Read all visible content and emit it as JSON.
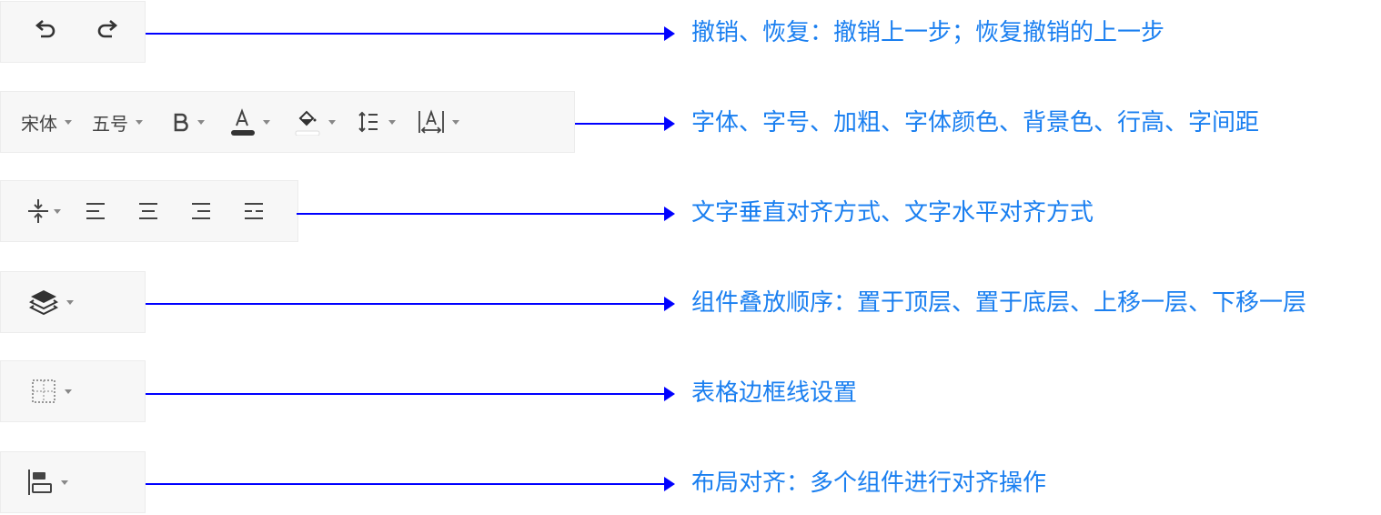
{
  "toolbar": {
    "font_family": "宋体",
    "font_size": "五号"
  },
  "annotations": [
    "撤销、恢复：撤销上一步；恢复撤销的上一步",
    "字体、字号、加粗、字体颜色、背景色、行高、字间距",
    "文字垂直对齐方式、文字水平对齐方式",
    "组件叠放顺序：置于顶层、置于底层、上移一层、下移一层",
    "表格边框线设置",
    "布局对齐：多个组件进行对齐操作"
  ],
  "colors": {
    "arrow": "#0000ff",
    "label": "#1a7ff0",
    "font_color": "#333333",
    "bg_color": "#ffffff"
  }
}
